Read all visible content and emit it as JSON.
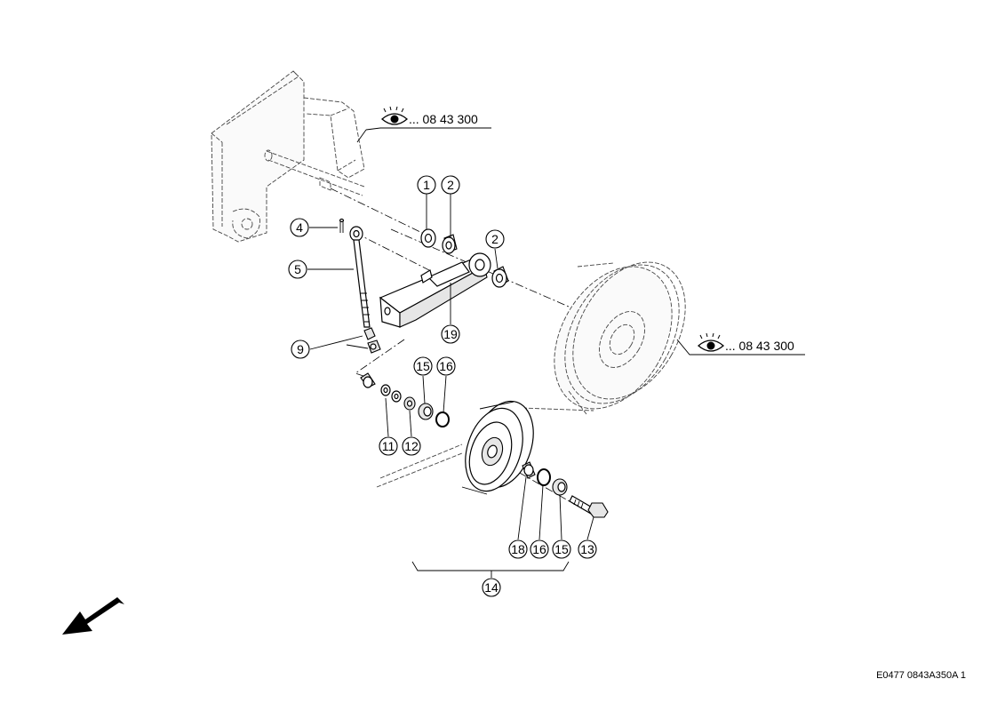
{
  "callouts": {
    "c1": "1",
    "c2a": "2",
    "c2b": "2",
    "c4": "4",
    "c5": "5",
    "c9": "9",
    "c11": "11",
    "c12": "12",
    "c15a": "15",
    "c16a": "16",
    "c19": "19",
    "c18": "18",
    "c16b": "16",
    "c15b": "15",
    "c13": "13",
    "c14": "14"
  },
  "references": {
    "upper": "... 08 43 300",
    "lower": "... 08 43 300",
    "icon": "eye-icon"
  },
  "drawing_code": "E0477 0843A350A 1"
}
